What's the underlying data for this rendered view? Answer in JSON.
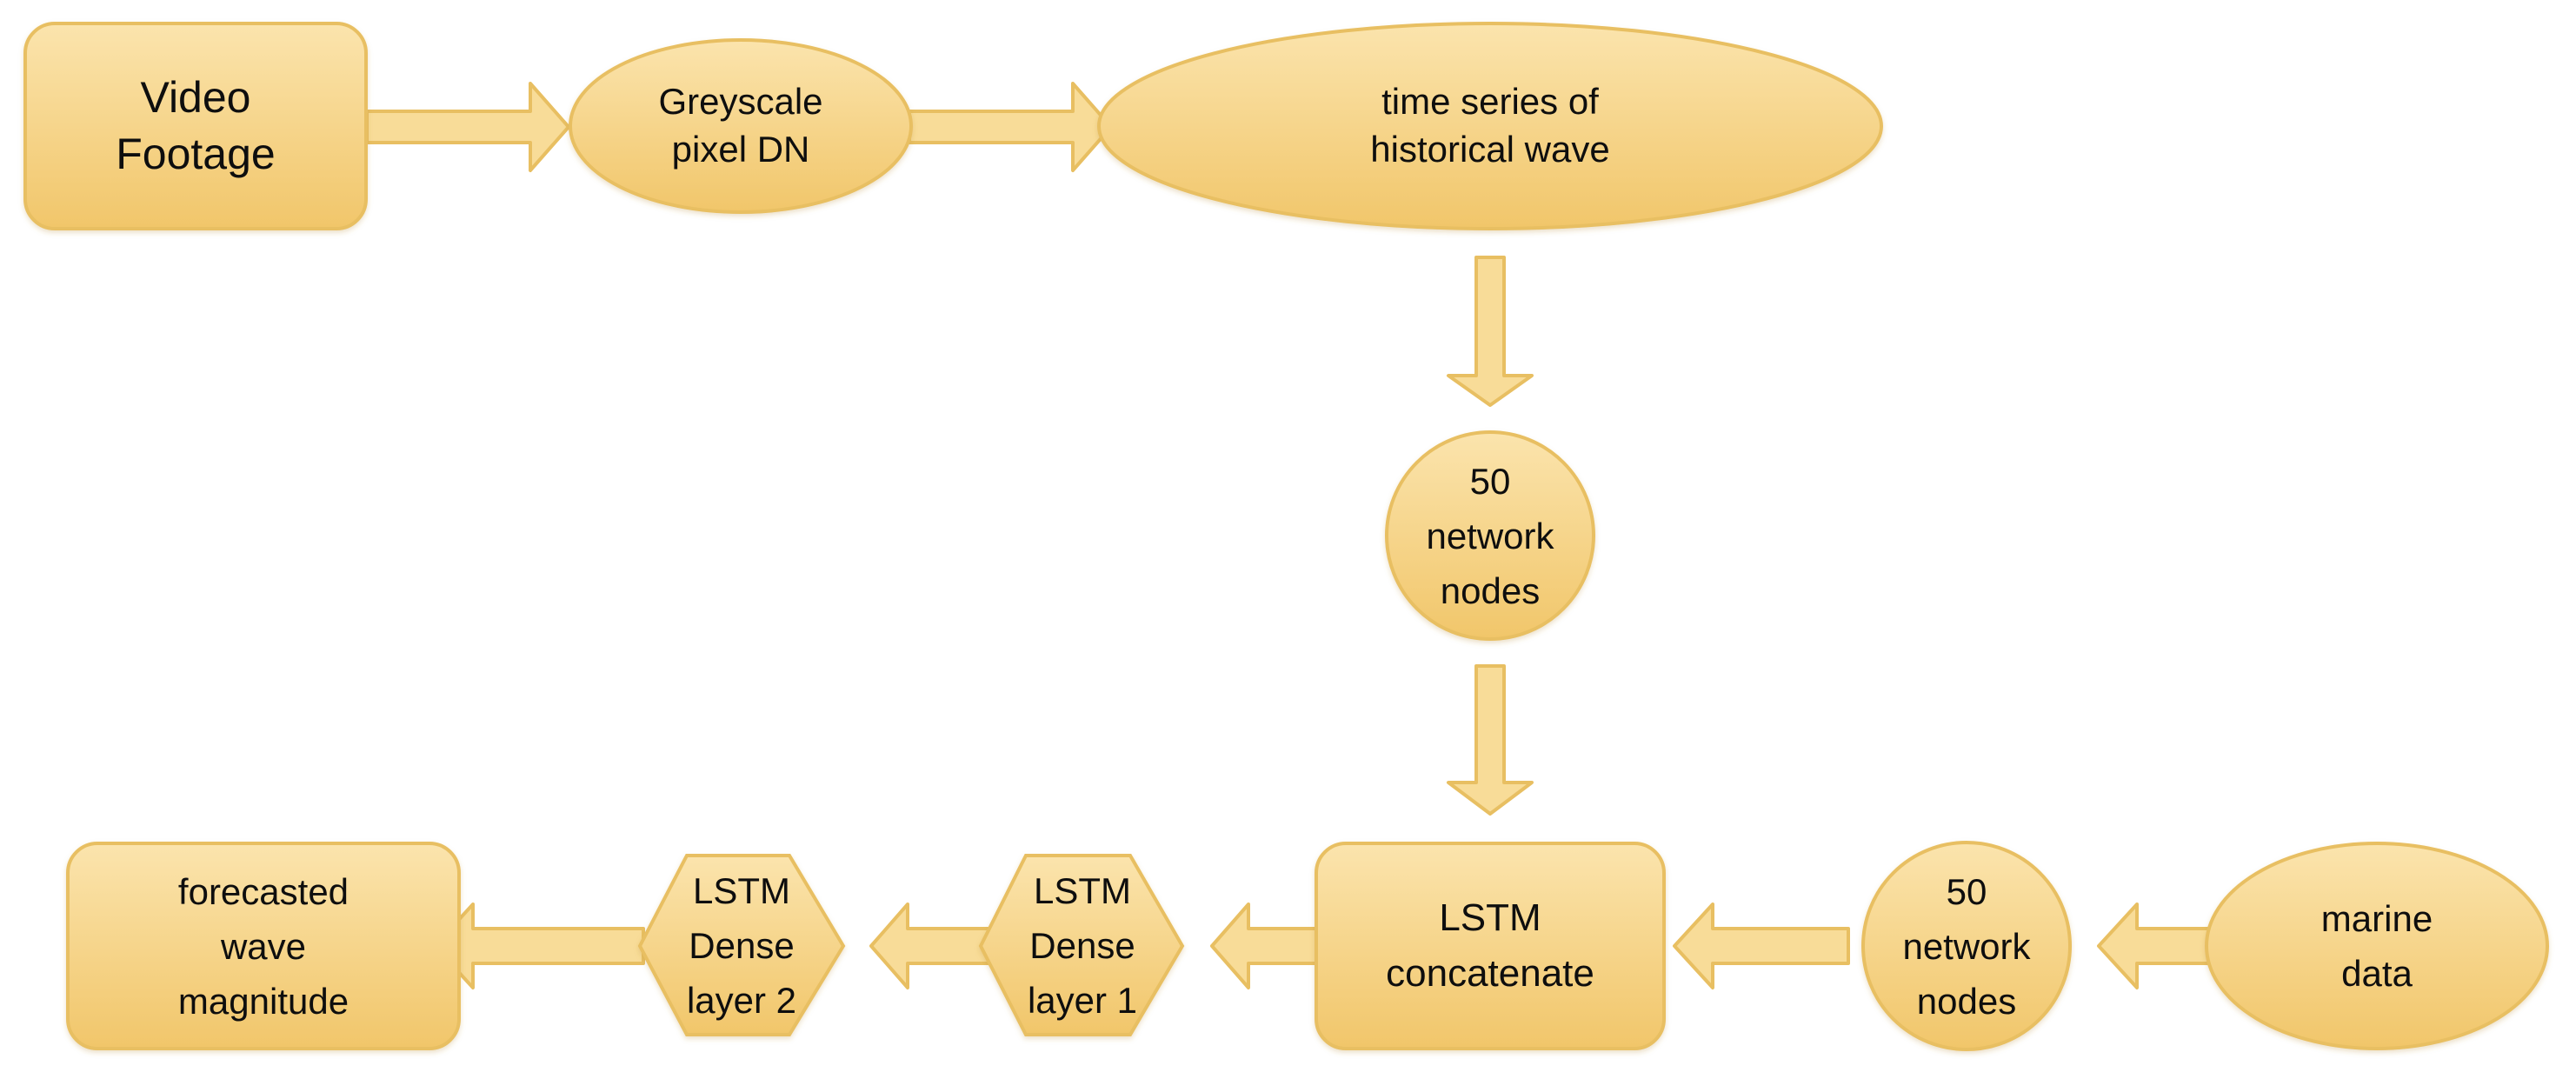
{
  "colors": {
    "fill_top": "#fbe4ad",
    "fill_bottom": "#f1c66a",
    "stroke": "#e8bf62",
    "arrow_fill": "#f8dc98",
    "text": "#0e0e0e"
  },
  "nodes": {
    "video_footage": "Video\nFootage",
    "greyscale_pixel_dn": "Greyscale\npixel DN",
    "historical_wave_series": "time series of\nhistorical wave",
    "nodes_50_upper": "50\nnetwork\nnodes",
    "lstm_concatenate": "LSTM\nconcatenate",
    "nodes_50_lower": "50\nnetwork\nnodes",
    "marine_data": "marine\ndata",
    "lstm_dense_1": "LSTM\nDense\nlayer 1",
    "lstm_dense_2": "LSTM\nDense\nlayer 2",
    "forecasted_wave": "forecasted\nwave\nmagnitude"
  }
}
